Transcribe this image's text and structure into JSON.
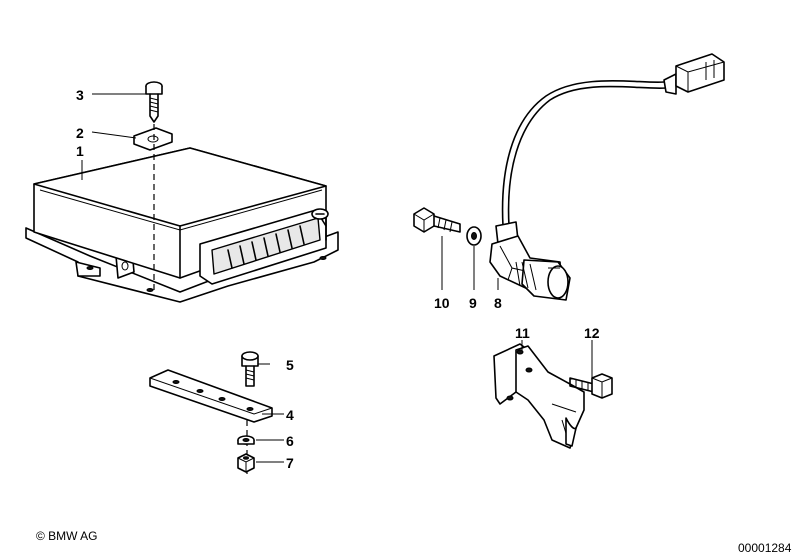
{
  "callouts": {
    "c1": "1",
    "c2": "2",
    "c3": "3",
    "c4": "4",
    "c5": "5",
    "c6": "6",
    "c7": "7",
    "c8": "8",
    "c9": "9",
    "c10": "10",
    "c11": "11",
    "c12": "12"
  },
  "footer": {
    "copyright": "© BMW AG",
    "diagram_number": "00001284"
  }
}
